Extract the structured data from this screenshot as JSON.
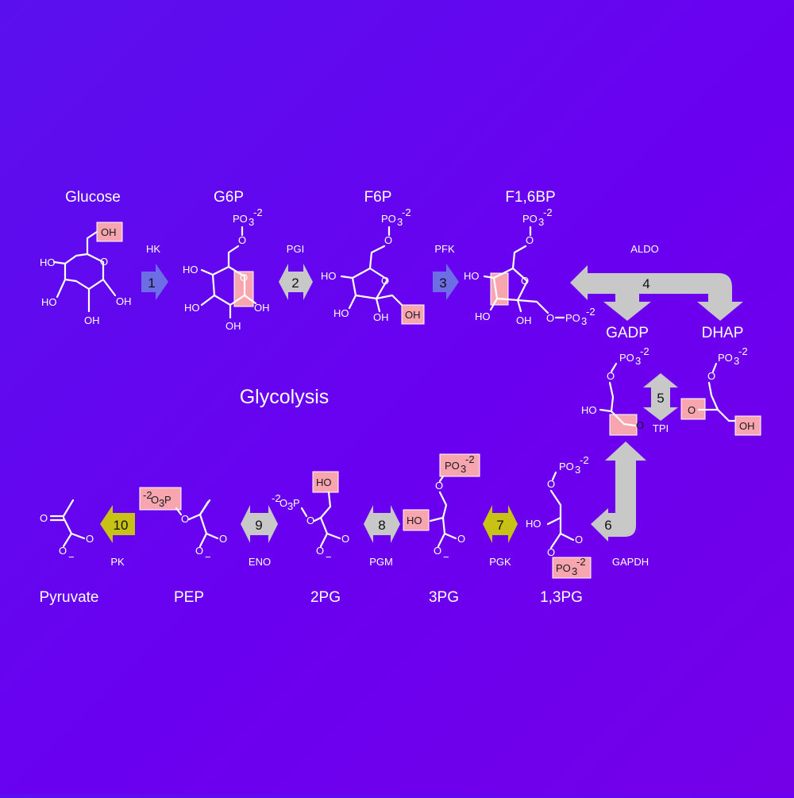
{
  "title": "Glycolysis",
  "colors": {
    "arrow_gray": "#c8c8c8",
    "arrow_blue": "#6d6ee6",
    "arrow_yellow": "#c9c216",
    "highlight": "#f7a6b0"
  },
  "metabolites": {
    "glucose": "Glucose",
    "g6p": "G6P",
    "f6p": "F6P",
    "f16bp": "F1,6BP",
    "gadp": "GADP",
    "dhap": "DHAP",
    "bpg13": "1,3PG",
    "pg3": "3PG",
    "pg2": "2PG",
    "pep": "PEP",
    "pyruvate": "Pyruvate"
  },
  "enzymes": {
    "hk": "HK",
    "pgi": "PGI",
    "pfk": "PFK",
    "aldo": "ALDO",
    "tpi": "TPI",
    "gapdh": "GAPDH",
    "pgk": "PGK",
    "pgm": "PGM",
    "eno": "ENO",
    "pk": "PK"
  },
  "steps": [
    "1",
    "2",
    "3",
    "4",
    "5",
    "6",
    "7",
    "8",
    "9",
    "10"
  ],
  "atoms": {
    "oh": "OH",
    "ho": "HO",
    "o": "O",
    "po3": "PO",
    "po3_sub": "3",
    "po3_sup": "-2",
    "minus": "−",
    "o3p_pre": "-2",
    "o3p_o": "O",
    "o3p_sub": "3",
    "o3p_p": "P"
  }
}
